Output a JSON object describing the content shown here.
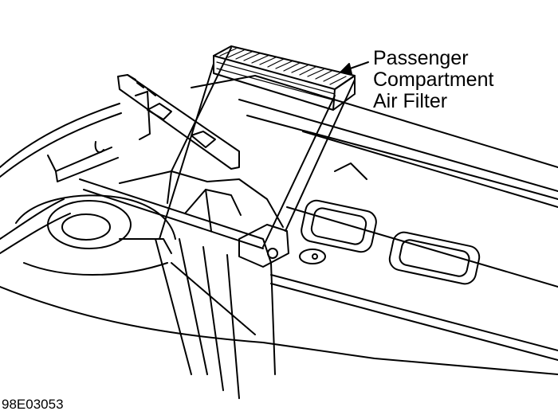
{
  "callout": {
    "line1": "Passenger",
    "line2": "Compartment",
    "line3": "Air Filter"
  },
  "figure_id": "98E03053"
}
